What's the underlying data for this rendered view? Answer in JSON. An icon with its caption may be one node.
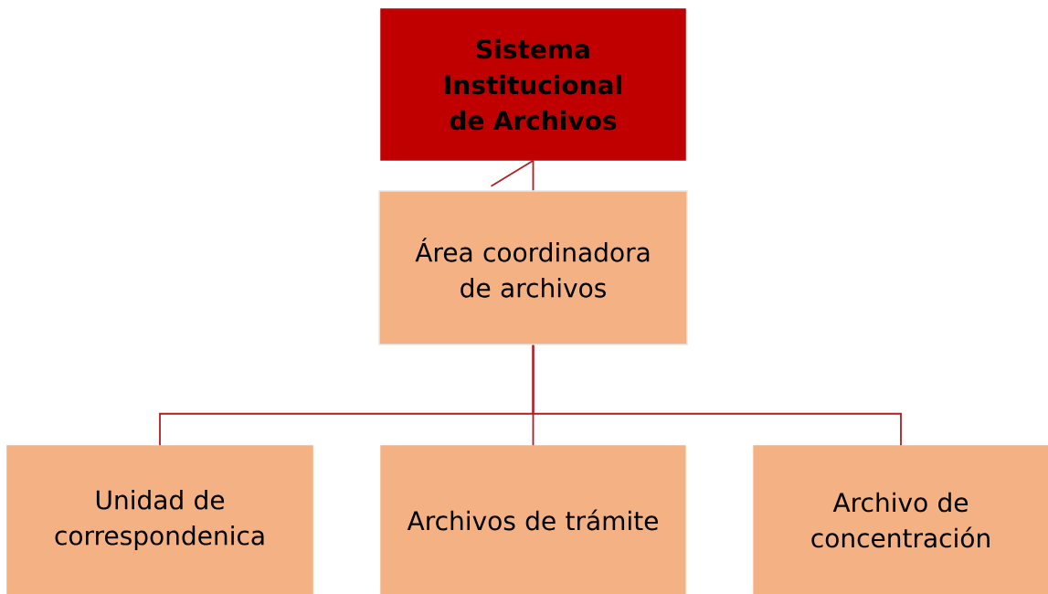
{
  "diagram": {
    "nodes": [
      {
        "text": [
          "Sistema Institucional de Archivos"
        ]
      },
      {
        "text": [
          "Área coordinadora de archivos"
        ]
      },
      {
        "text": [
          "Unidad de correspondenica"
        ]
      },
      {
        "text": [
          "Archivos de trámite"
        ]
      },
      {
        "text": [
          "Archivo de concentración"
        ]
      }
    ],
    "edges": [
      {
        "from": 0,
        "to": 1,
        "arrow": "none"
      },
      {
        "from": 1,
        "to": 2,
        "arrow": "none"
      },
      {
        "from": 1,
        "to": 3,
        "arrow": "none"
      },
      {
        "from": 1,
        "to": 4,
        "arrow": "none"
      }
    ]
  }
}
